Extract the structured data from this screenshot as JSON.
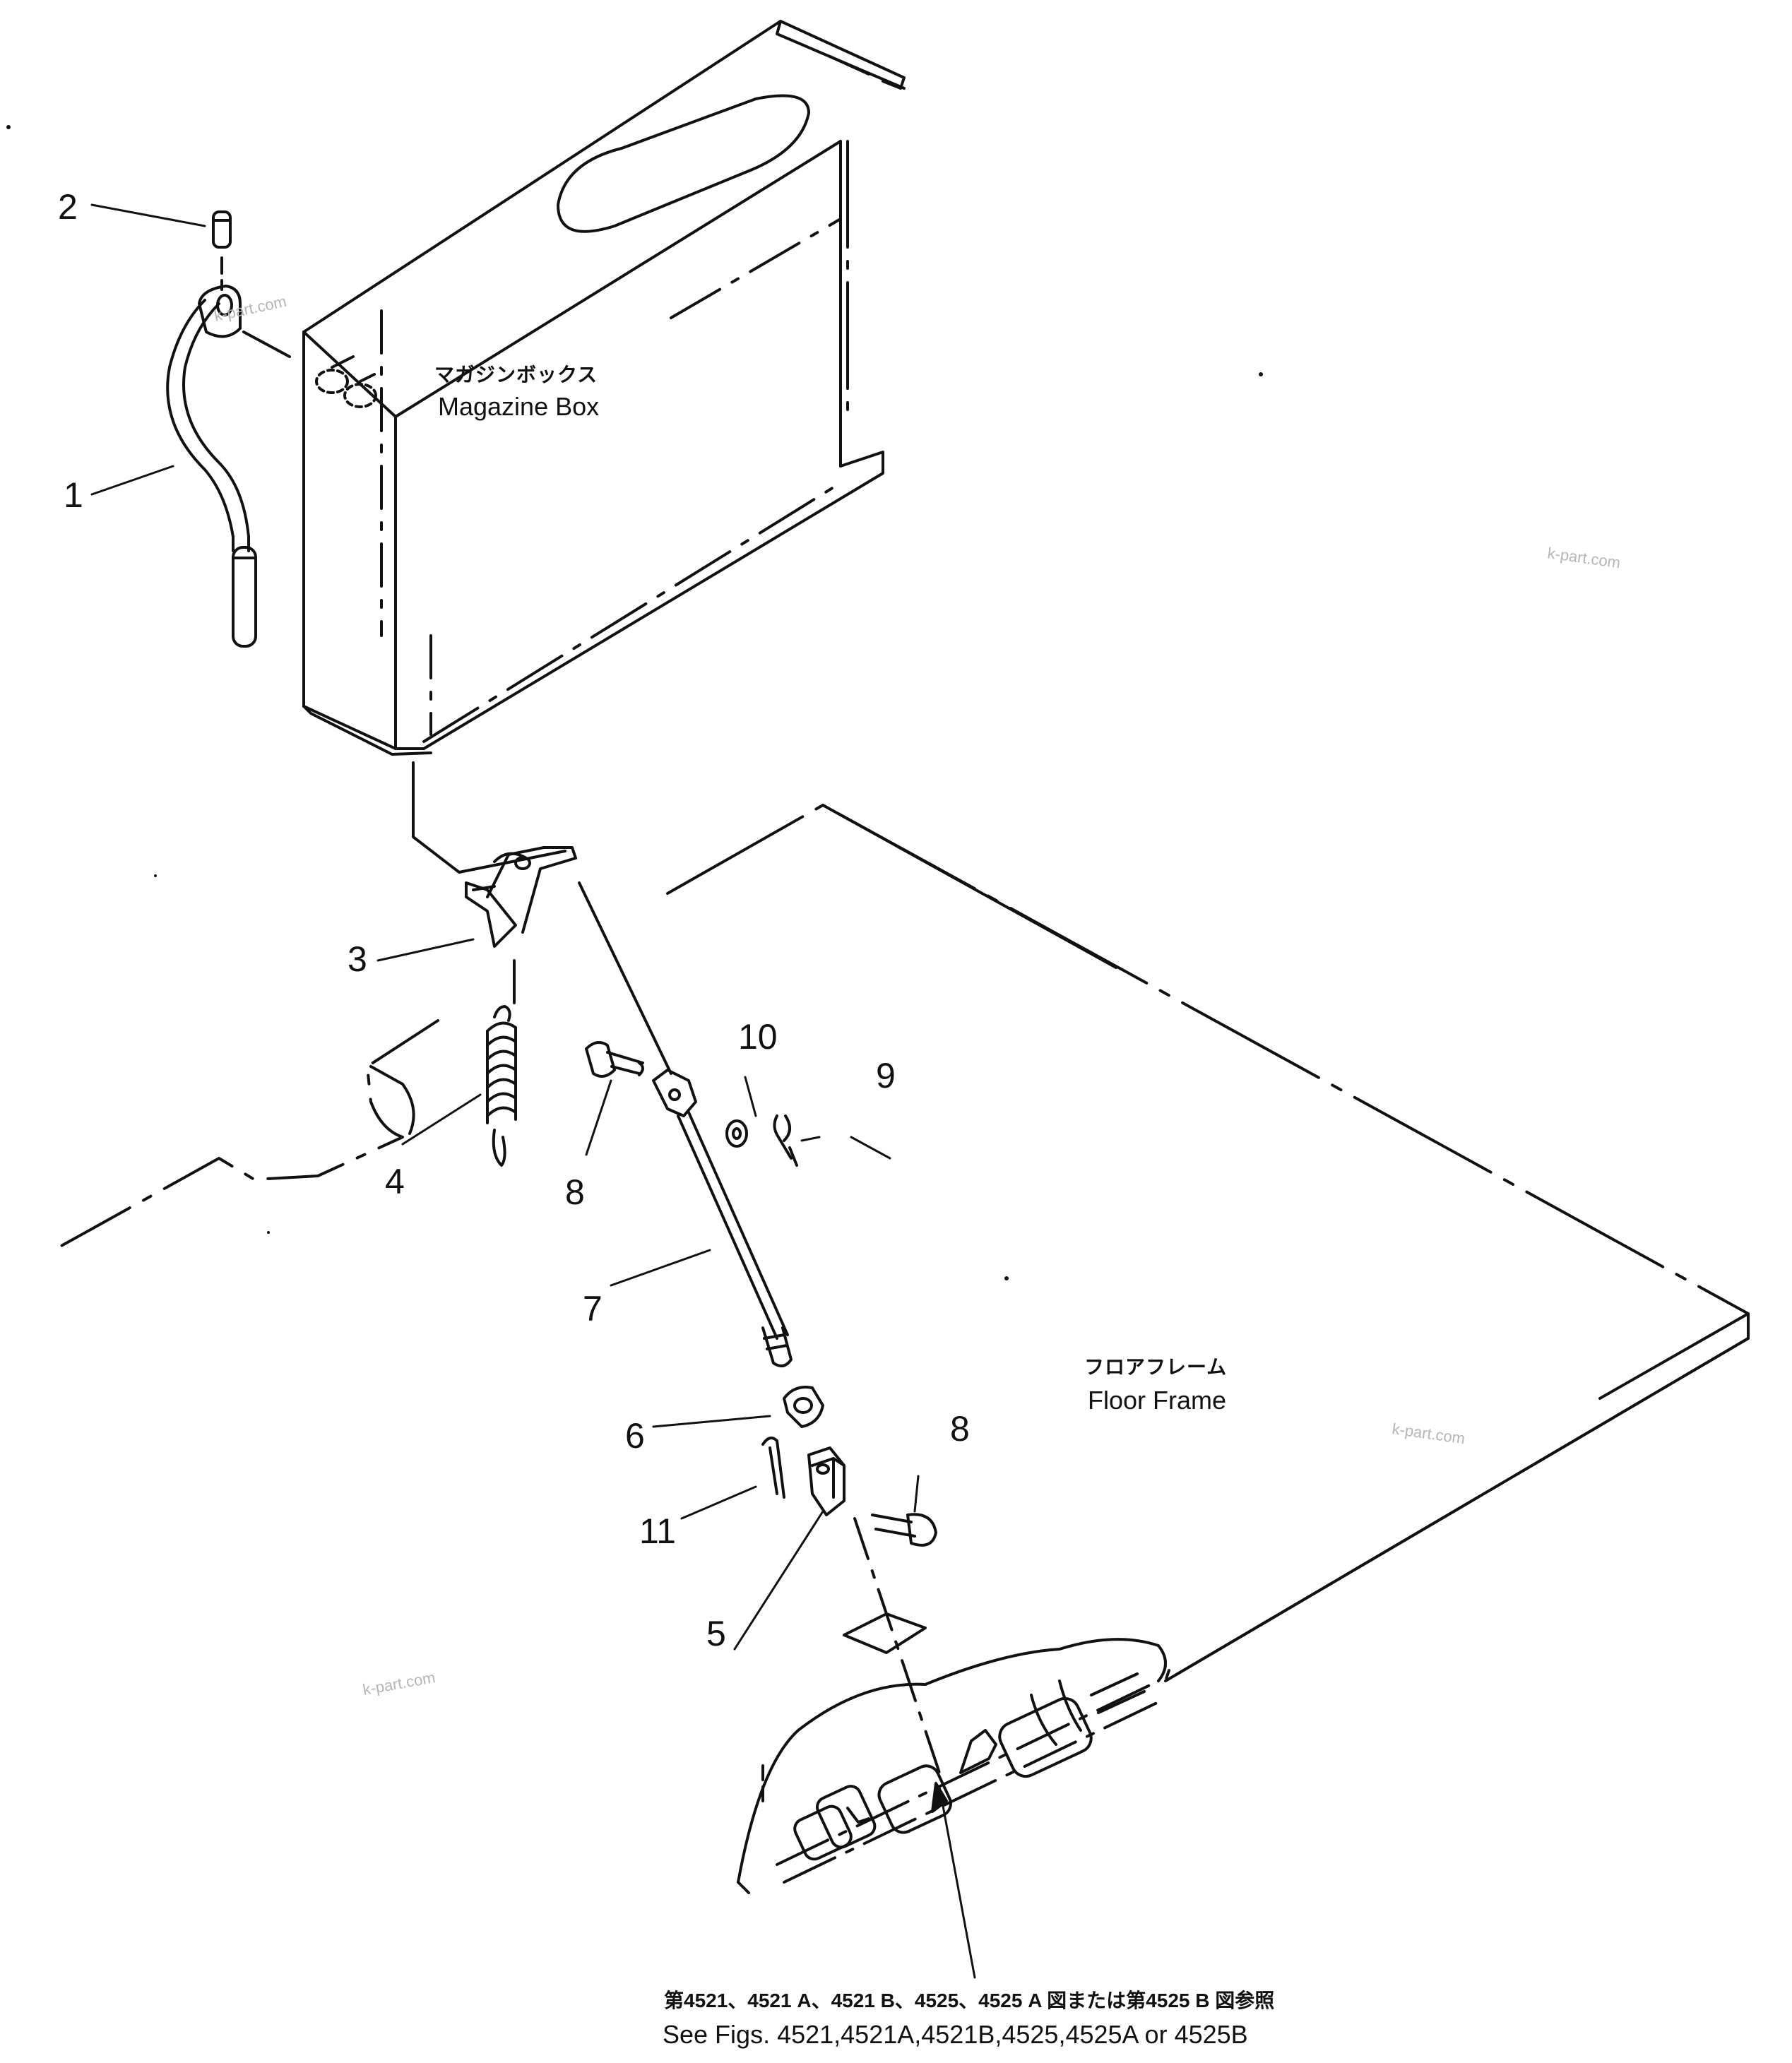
{
  "labels": {
    "magazine_box_jp": "マガジンボックス",
    "magazine_box_en": "Magazine Box",
    "floor_frame_jp": "フロアフレーム",
    "floor_frame_en": "Floor Frame"
  },
  "callouts": {
    "c1": "1",
    "c2": "2",
    "c3": "3",
    "c4": "4",
    "c5": "5",
    "c6": "6",
    "c7": "7",
    "c8a": "8",
    "c8b": "8",
    "c9": "9",
    "c10": "10",
    "c11": "11"
  },
  "reference": {
    "jp": "第4521、4521 A、4521 B、4525、4525 A 図または第4525 B 図参照",
    "en": "See Figs. 4521,4521A,4521B,4525,4525A or 4525B"
  },
  "watermarks": [
    "k-part.com",
    "k-part.com",
    "k-part.com",
    "k-part.com"
  ],
  "colors": {
    "line": "#111111",
    "background": "#ffffff",
    "watermark": "#b5b5b5"
  }
}
